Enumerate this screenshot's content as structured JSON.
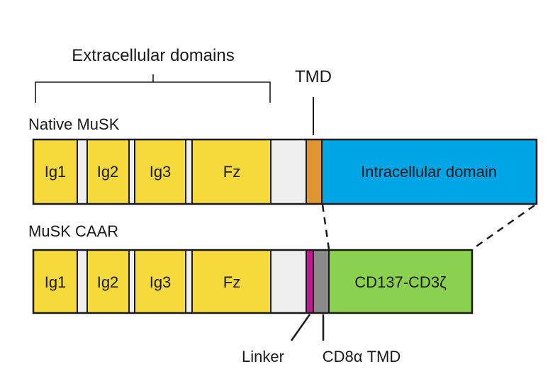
{
  "labels": {
    "extracellular": "Extracellular domains",
    "tmd": "TMD",
    "native_title": "Native MuSK",
    "caar_title": "MuSK CAAR",
    "linker": "Linker",
    "cd8_tmd": "CD8α TMD"
  },
  "native": {
    "ig1": "Ig1",
    "ig2": "Ig2",
    "ig3": "Ig3",
    "fz": "Fz",
    "intracellular": "Intracellular domain"
  },
  "caar": {
    "ig1": "Ig1",
    "ig2": "Ig2",
    "ig3": "Ig3",
    "fz": "Fz",
    "signaling": "CD137-CD3ζ"
  },
  "colors": {
    "ig_yellow": "#F6DA3C",
    "spacer_grey": "#EFEFEF",
    "tmd_orange": "#E09533",
    "intracellular_blue": "#00A5E6",
    "linker_magenta": "#C0168F",
    "cd8_grey": "#8A8A8A",
    "signal_green": "#8BD150",
    "outline": "#1a1a1a"
  }
}
